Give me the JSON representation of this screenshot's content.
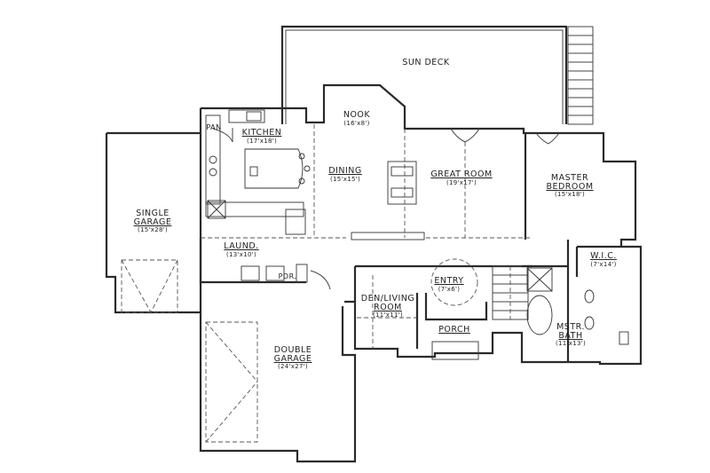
{
  "rooms": {
    "sun_deck": {
      "name": "SUN DECK"
    },
    "nook": {
      "name": "NOOK",
      "dim": "(16'x8')"
    },
    "pan": {
      "name": "PAN"
    },
    "kitchen": {
      "name": "KITCHEN",
      "dim": "(17'x18')"
    },
    "dining": {
      "name": "DINING",
      "dim": "(15'x15')"
    },
    "great_room": {
      "name": "GREAT ROOM",
      "dim": "(19'x17')"
    },
    "master_bedroom": {
      "name": "MASTER",
      "name2": "BEDROOM",
      "dim": "(15'x18')"
    },
    "single_garage": {
      "name": "SINGLE",
      "name2": "GARAGE",
      "dim": "(15'x28')"
    },
    "laund": {
      "name": "LAUND.",
      "dim": "(13'x10')"
    },
    "pwdr": {
      "name": "PDR."
    },
    "entry": {
      "name": "ENTRY",
      "dim": "(7'x6')"
    },
    "den": {
      "name": "DEN/LIVING",
      "name2": "ROOM",
      "dim": "(11'x11')"
    },
    "porch": {
      "name": "PORCH"
    },
    "wic": {
      "name": "W.I.C.",
      "dim": "(7'x14')"
    },
    "mstr_bath": {
      "name": "MSTR.",
      "name2": "BATH",
      "dim": "(11'x13')"
    },
    "double_garage": {
      "name": "DOUBLE",
      "name2": "GARAGE",
      "dim": "(24'x27')"
    }
  }
}
